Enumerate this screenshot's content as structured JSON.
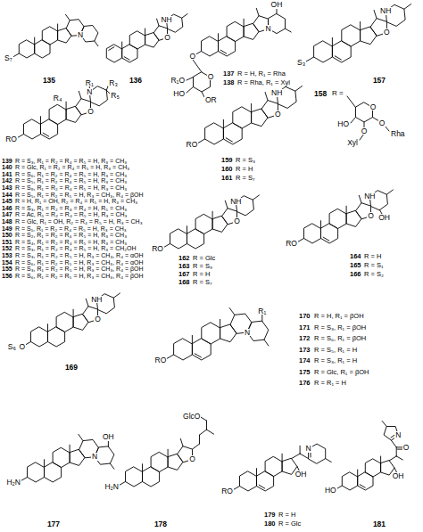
{
  "diagram": {
    "labels": [
      "S₇",
      "N",
      "135",
      "NH",
      "O",
      "136",
      "OH",
      "N",
      "O",
      "O",
      "R₁O",
      "HO",
      "OR",
      "137",
      "R = H, R₁ = Rha",
      "138",
      "R = Rha, R₁ = Xyl",
      "NH",
      "O",
      "S₃",
      "157",
      "R₄",
      "R₁",
      "N",
      "R₃",
      "R₅",
      "O",
      "RO",
      "139",
      "R = S₃, R₁ = R₂ = R₄ = R₅ = H, R₃ = CH₃",
      "140",
      "R = Glc, R₁ = R₂ = R₄ = R₅ = H, R₃ = CH₃",
      "141",
      "R = S₆, R₁ = R₂ = R₄ = R₅ = H, R₃ = CH₃",
      "142",
      "R = S₅, R₁ = R₂ = R₄ = R₅ = H, R₃ = CH₃",
      "143",
      "R = S₈, R₁ = R₂ = R₄ = R₅ = H, R₃ = CH₃",
      "144",
      "R = S₅, R₁ = R₂ = R₅ = H, R₃ = CH₃, R₄ = βOH",
      "145",
      "R = H, R₁ = OH, R₂ = R₄ = R₅ = H, R₃ = CH₃",
      "146",
      "R = S₃, R₁ = R₂ = R₃ = R₄ = H, R₅ = CH₃",
      "147",
      "R = Ac, R₁ = R₂ = R₄ = R₅ = H, R₃ = CH₃",
      "148",
      "R = Glc, R₁ = OH, R₂ = R₄ = R₅ = H, R₃ = CH₃",
      "149",
      "R = S₁, R₁ = R₂ = R₄ = R₅ = H, R₃ = CH₃",
      "150",
      "R = S₂, R₁ = R₂ = R₄ = R₅ = H, R₃ = CH₃",
      "151",
      "R = S₄, R₁ = R₂ = R₄ = R₅ = H, R₃ = CH₃",
      "152",
      "R = S₃, R₁ = R₂ = R₄ = R₅ = H, R₃ = CH₂OH",
      "153",
      "R = S₃, R₁ = R₂ = R₅ = H, R₃ = CH₃, R₄ = αOH",
      "154",
      "R = S₆, R₁ = R₂ = R₅ = H, R₃ = CH₃, R₄ = αOH",
      "155",
      "R = S₃, R₁ = R₂ = R₅ = H, R₃ = CH₃, R₄ = βOH",
      "156",
      "R = S₆, R₁ = R₂ = R₅ = H, R₃ = CH₃, R₄ = βOH",
      "NH",
      "O",
      "RO",
      "158",
      "R =",
      "O",
      "HO",
      "O",
      "Xyl",
      "O",
      "Rha",
      "159",
      "R = S₃",
      "160",
      "R = H",
      "161",
      "R = S₇",
      "NH",
      "O",
      "RO",
      "162",
      "R = Glc",
      "163",
      "R = S₉",
      "167",
      "R = H",
      "168",
      "R = S₇",
      "NH",
      "OH",
      "O",
      "RO",
      "164",
      "R = H",
      "165",
      "R = S₁",
      "166",
      "R = S₂",
      "NH",
      "O",
      "O",
      "S₆",
      "169",
      "R₁",
      "N",
      "RO",
      "170",
      "R = H, R₁ = βOH",
      "171",
      "R = S₃, R₁ = βOH",
      "172",
      "R = S₆, R₁ = βOH",
      "173",
      "R = S₅, R₁ = H",
      "174",
      "R = S₃, R₁ = H",
      "175",
      "R = Glc, R₁ = βOH",
      "176",
      "R = R₁ = H",
      "OH",
      "N",
      "H₂N",
      "177",
      "GlcO",
      "O",
      "H₂N",
      "178",
      "N",
      "OH",
      "RO",
      "179",
      "R = H",
      "180",
      "R = Glc",
      "N",
      "O",
      "OH",
      "HO",
      "181"
    ]
  }
}
